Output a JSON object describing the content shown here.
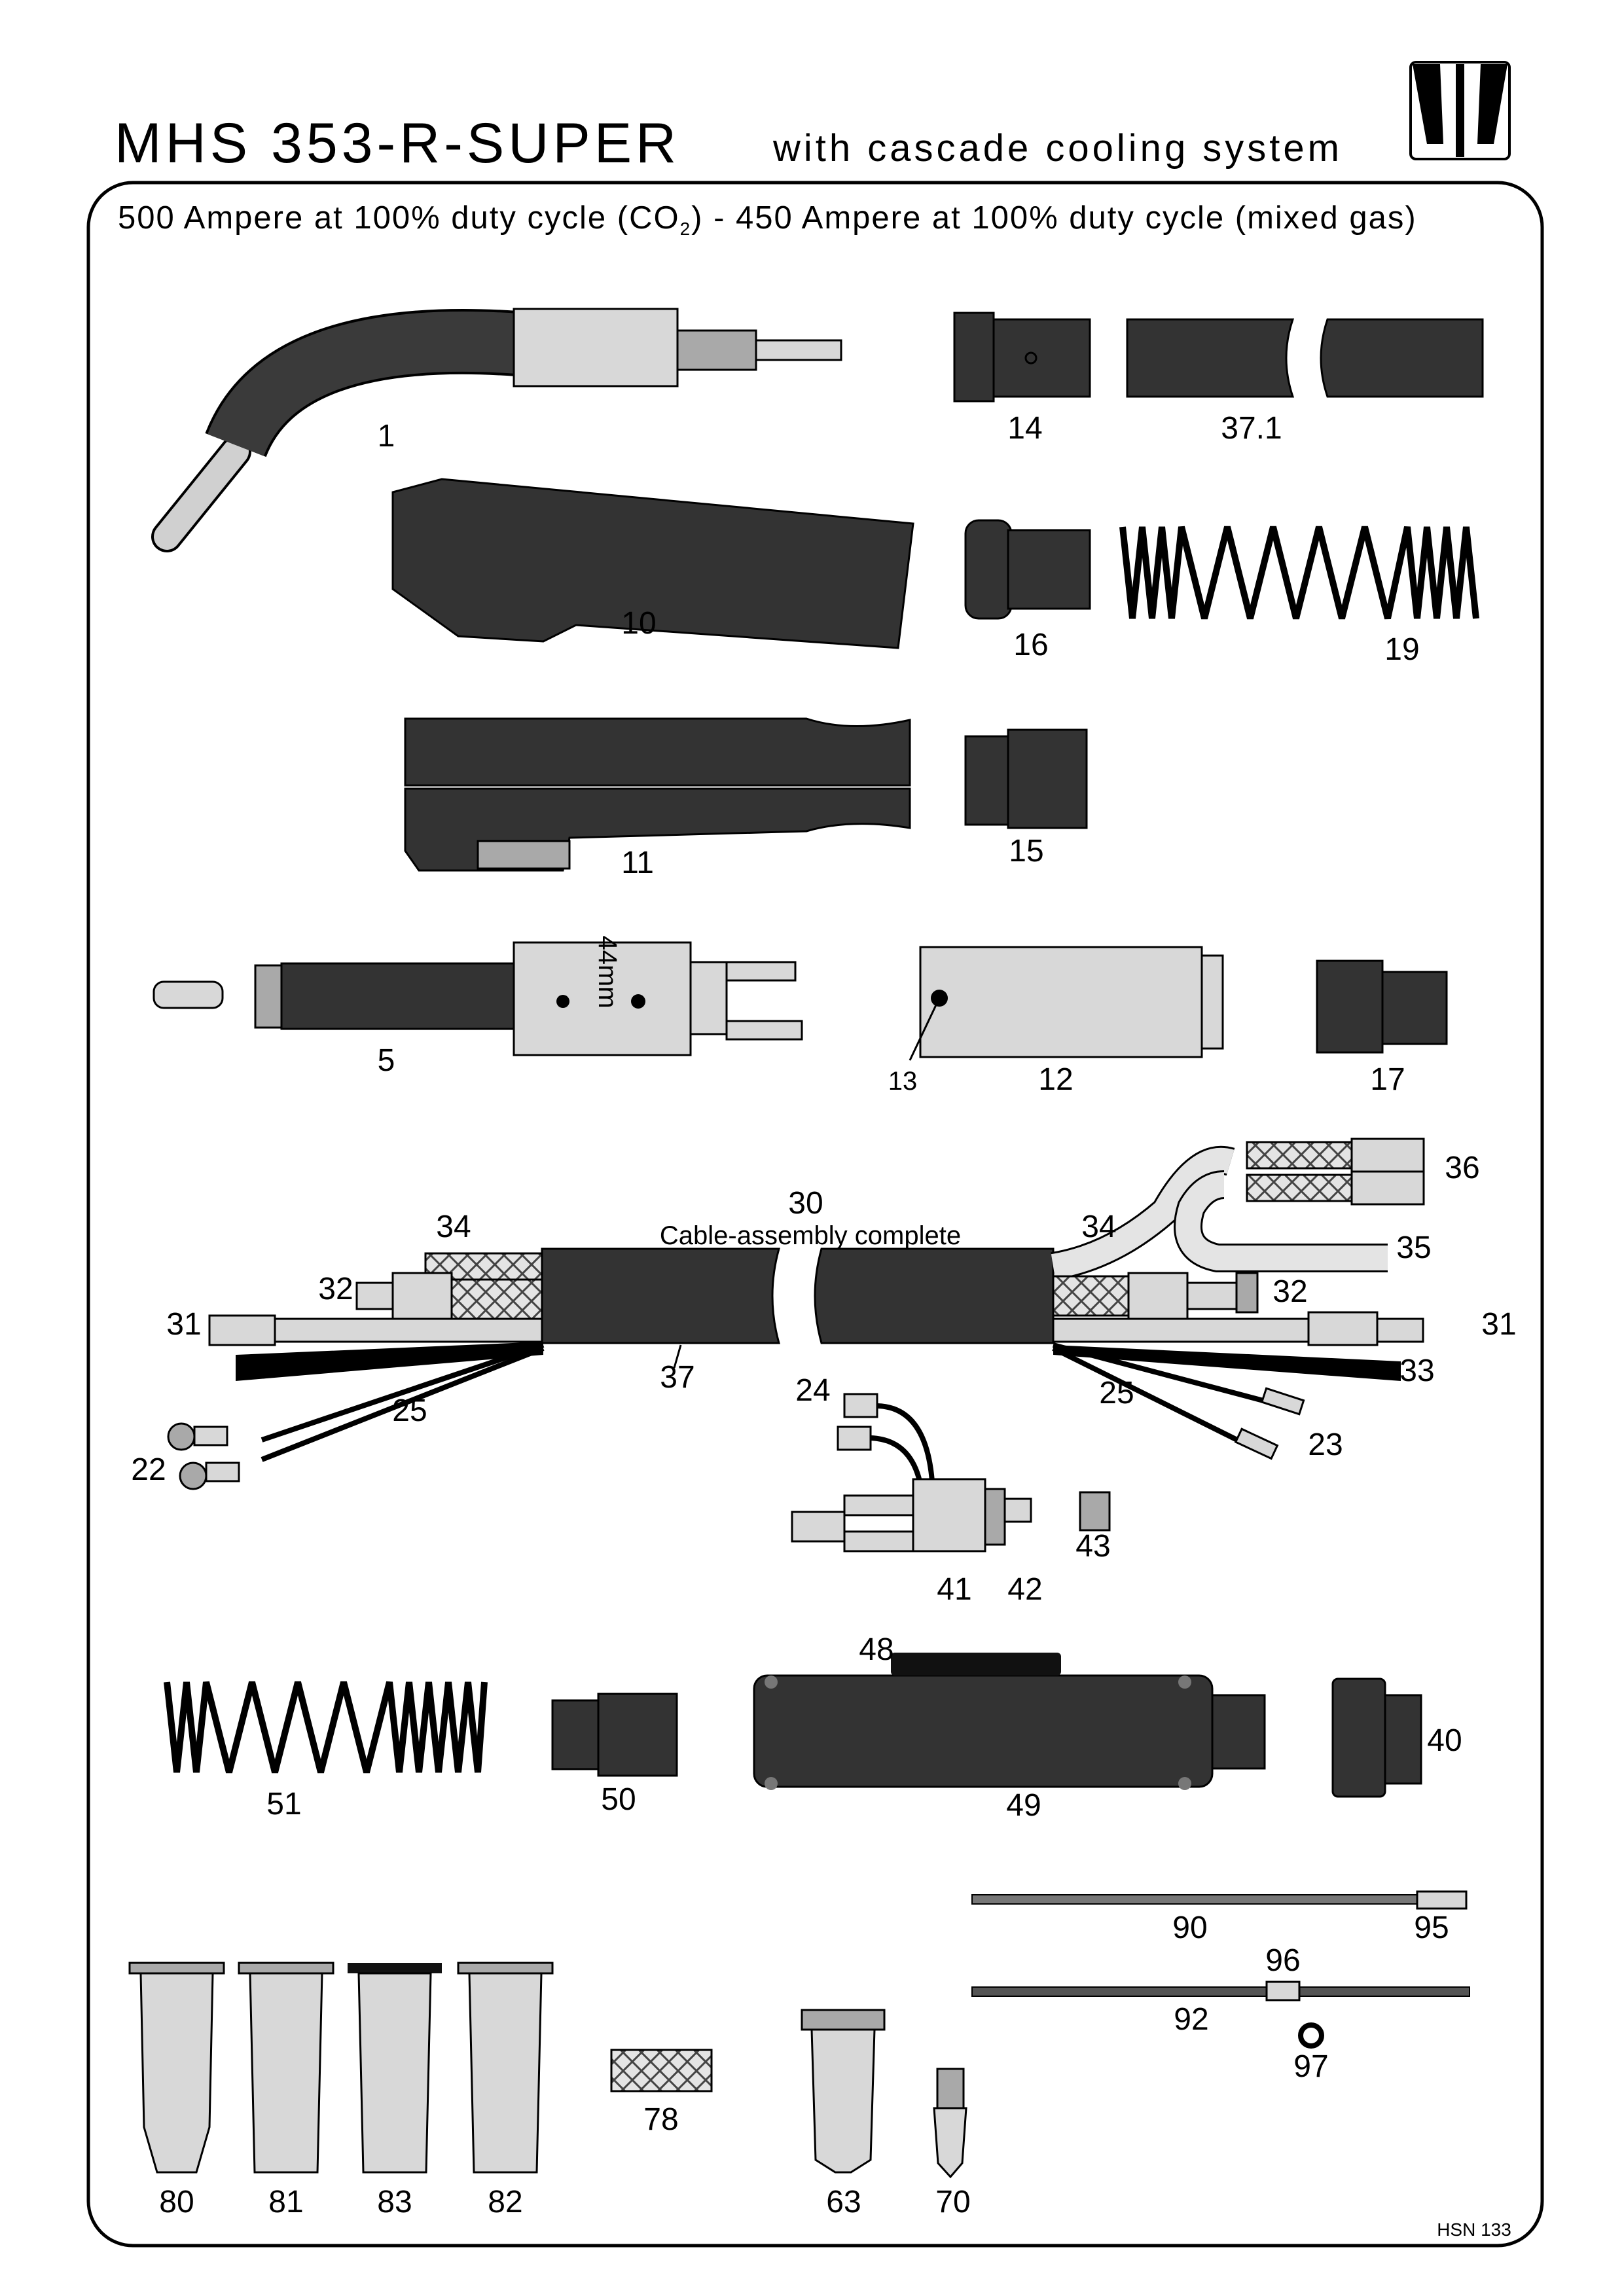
{
  "header": {
    "title": "MHS 353-R-SUPER",
    "subtitle": "with cascade cooling system",
    "logo": "torch-manufacturer-logo"
  },
  "spec": {
    "part1": "500 Ampere at 100% duty cycle (CO",
    "subscript": "2",
    "part2": ") - 450 Ampere at 100% duty cycle (mixed gas)"
  },
  "parts": {
    "p1": "1",
    "p14": "14",
    "p37_1": "37.1",
    "p10": "10",
    "p16": "16",
    "p19": "19",
    "p11": "11",
    "p15": "15",
    "p5": "5",
    "p13": "13",
    "p12": "12",
    "p17": "17",
    "p30": "30",
    "p34": "34",
    "p36": "36",
    "p35": "35",
    "p32": "32",
    "p31": "31",
    "p33": "33",
    "p37": "37",
    "p25": "25",
    "p24": "24",
    "p23": "23",
    "p22": "22",
    "p43": "43",
    "p41": "41",
    "p42": "42",
    "p48": "48",
    "p40": "40",
    "p51": "51",
    "p50": "50",
    "p49": "49",
    "p90": "90",
    "p95": "95",
    "p96": "96",
    "p92": "92",
    "p97": "97",
    "p78": "78",
    "p80": "80",
    "p81": "81",
    "p83": "83",
    "p82": "82",
    "p63": "63",
    "p70": "70"
  },
  "cable_assembly_label": "Cable-assembly complete",
  "dimension_label": "44mm",
  "footer": {
    "doc_code": "HSN 133"
  },
  "colors": {
    "rubber": "#333333",
    "metal": "#d8d8d8",
    "line": "#000000"
  }
}
